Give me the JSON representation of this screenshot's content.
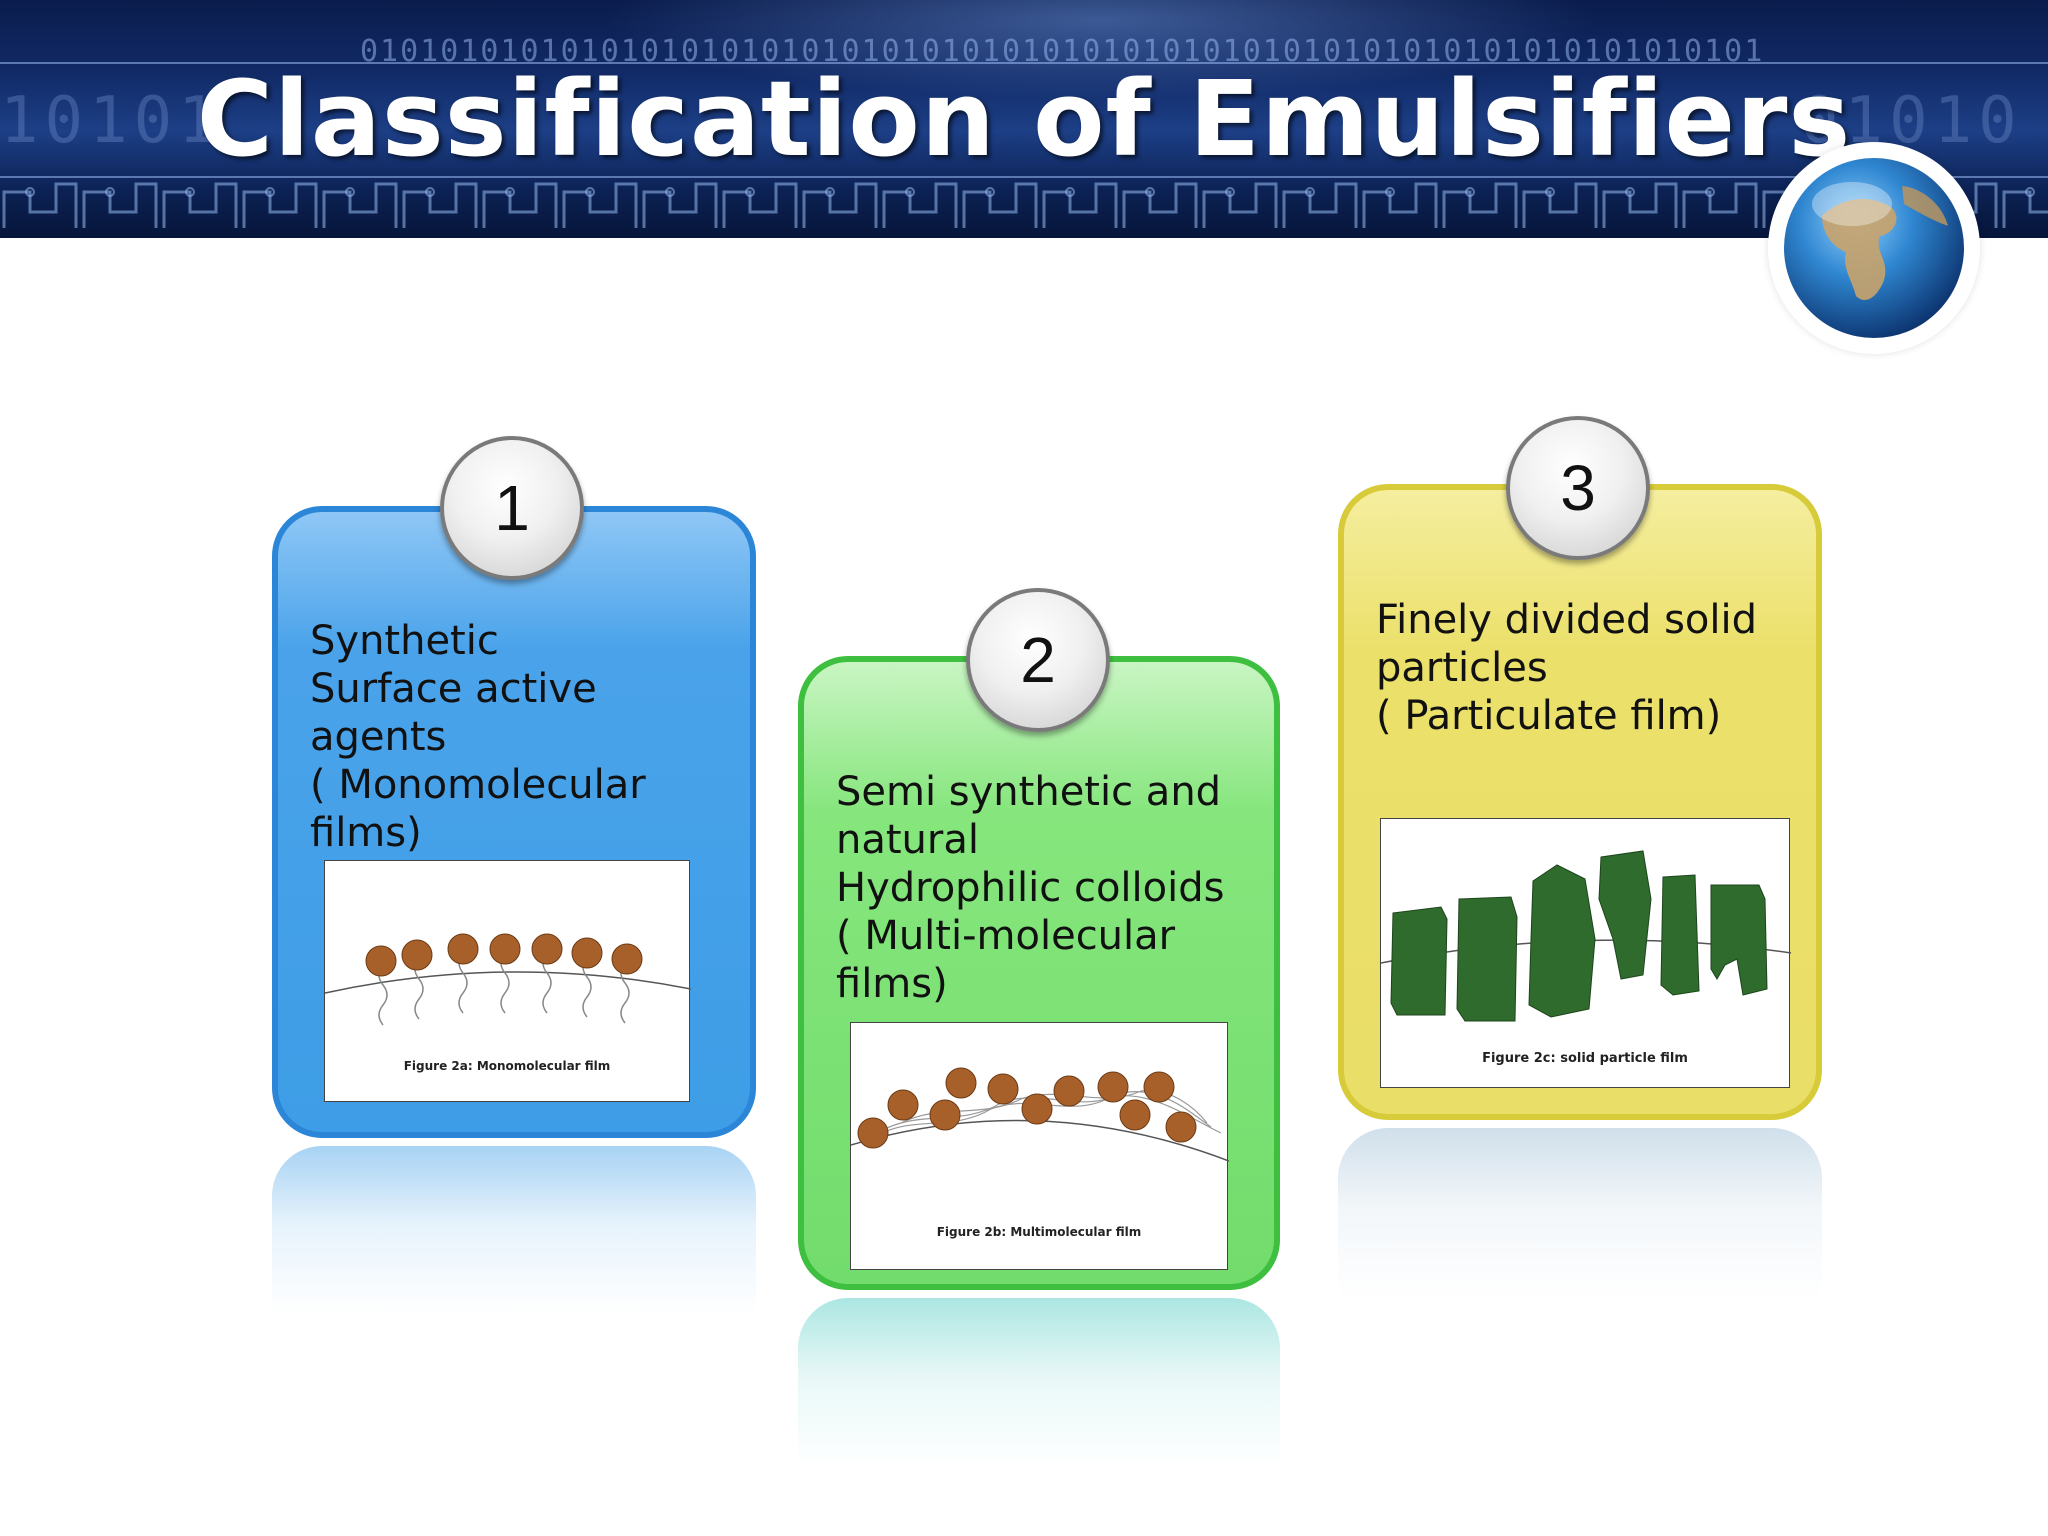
{
  "slide": {
    "title": "Classification of Emulsifiers",
    "banner_binary_top": "0101010101010101010101010101010101010101010101010101010101010101010101",
    "banner_binary_left": "10101",
    "banner_binary_right": "01010"
  },
  "cards": [
    {
      "number": "1",
      "lines": [
        "Synthetic",
        "Surface active",
        "agents",
        "( Monomolecular",
        "films)"
      ],
      "figure_caption": "Figure 2a: Monomolecular film",
      "color": "#3d9de6"
    },
    {
      "number": "2",
      "lines": [
        "Semi synthetic and",
        "natural",
        "Hydrophilic colloids",
        "( Multi-molecular",
        "films)"
      ],
      "figure_caption": "Figure 2b: Multimolecular film",
      "color": "#72dc6c"
    },
    {
      "number": "3",
      "lines": [
        "Finely divided solid",
        "particles",
        "( Particulate film)"
      ],
      "figure_caption": "Figure 2c: solid particle film",
      "color": "#e9de68"
    }
  ],
  "icons": {
    "globe": "globe-icon"
  }
}
